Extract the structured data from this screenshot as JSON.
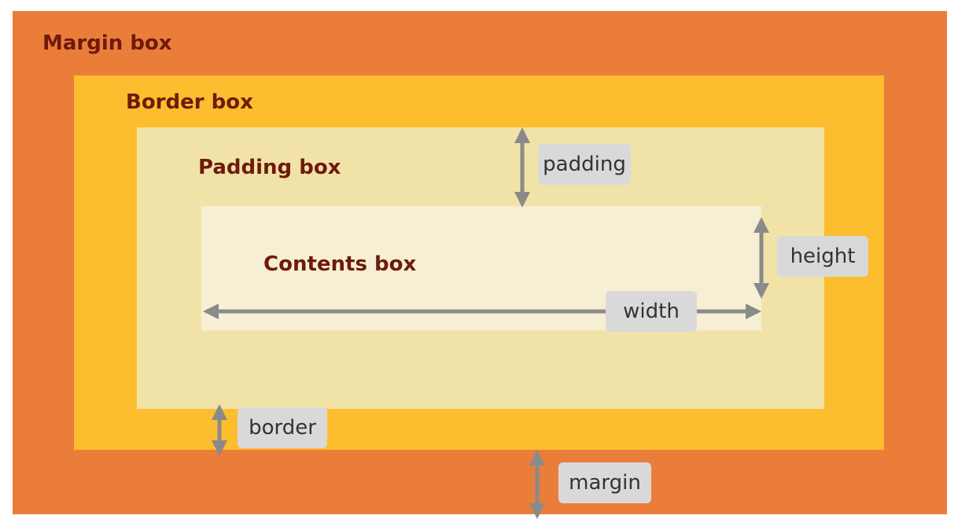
{
  "colors": {
    "margin": "#eb7d3b",
    "border": "#fcbd2e",
    "padding": "#f1e3a7",
    "contents": "#f7efd4",
    "title_text": "#6e1a0c",
    "tag_bg": "#d9d9d9",
    "tag_text": "#333333",
    "arrow": "#8a8a8a"
  },
  "boxes": {
    "margin": {
      "title": "Margin box"
    },
    "border": {
      "title": "Border box"
    },
    "padding": {
      "title": "Padding box"
    },
    "contents": {
      "title": "Contents box"
    }
  },
  "tags": {
    "padding": "padding",
    "height": "height",
    "width": "width",
    "border": "border",
    "margin": "margin"
  }
}
